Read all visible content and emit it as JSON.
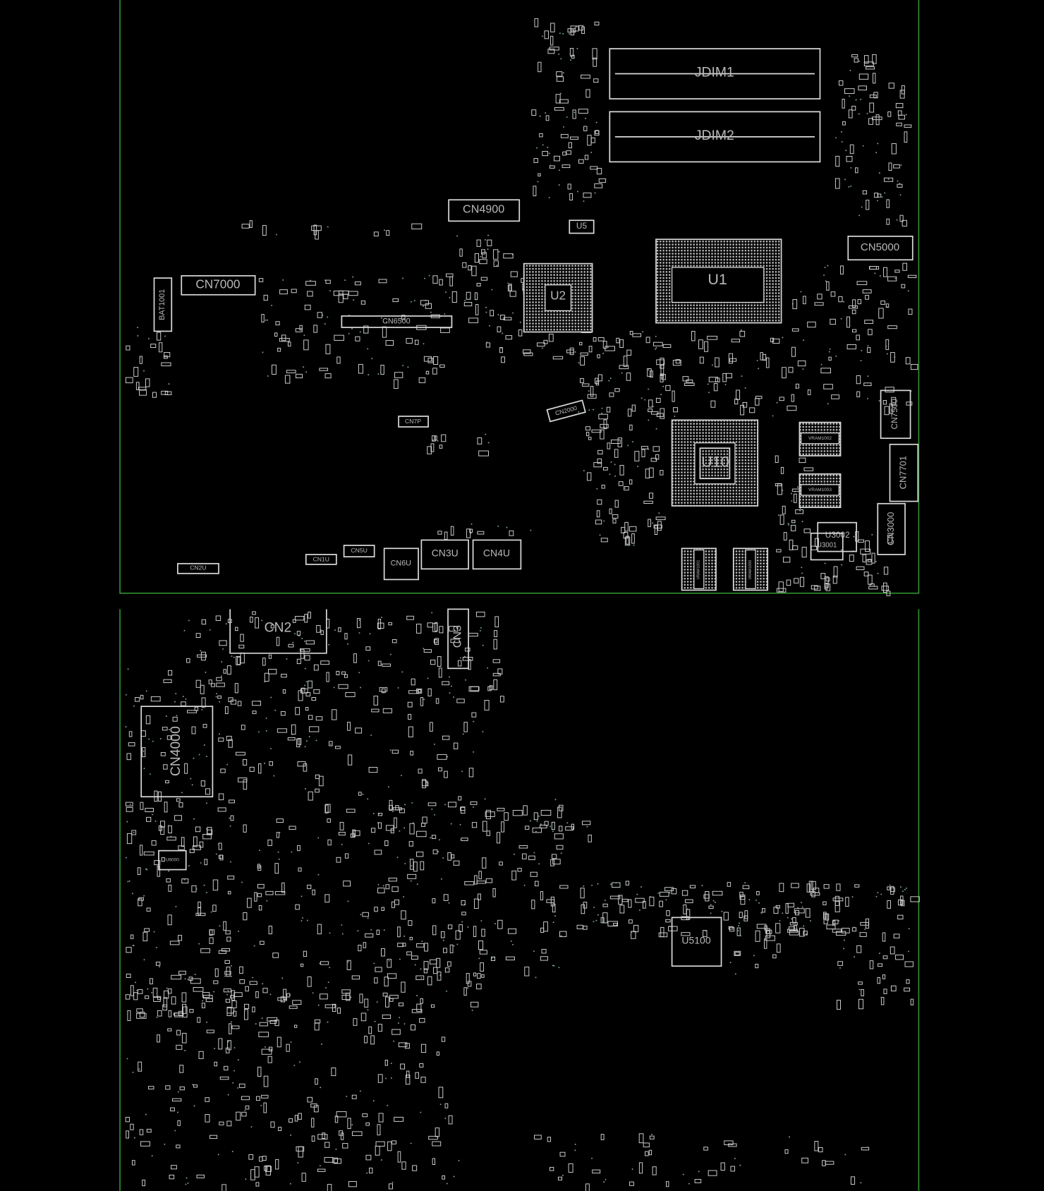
{
  "board": {
    "colors": {
      "background": "#000000",
      "outline": "#2f8a2f",
      "silkscreen": "#d8d8d8"
    },
    "top_side": {
      "components": {
        "jdim1": "JDIM1",
        "jdim2": "JDIM2",
        "cn4900": "CN4900",
        "u5": "U5",
        "cn5000": "CN5000",
        "u1": "U1",
        "u2": "U2",
        "cn7000": "CN7000",
        "bat1001": "BAT1001",
        "cn6500": "CN6500",
        "cn7p": "CN7P",
        "cn2000": "CN2000",
        "u10": "U10",
        "vram1002": "VRAM1002",
        "vram1003": "VRAM1003",
        "cn7500": "CN7500",
        "cn7701": "CN7701",
        "cn3000": "CN3000",
        "u3002": "U3002",
        "u3001": "U3001",
        "vram1001": "VRAM1001",
        "vram1000": "VRAM1000",
        "cn3u": "CN3U",
        "cn4u": "CN4U",
        "cn6u": "CN6U",
        "cn5u": "CN5U",
        "cn1u": "CN1U",
        "cn2u": "CN2U"
      }
    },
    "bottom_side": {
      "components": {
        "cn2": "CN2",
        "cn3": "CN3",
        "cn4000": "CN4000",
        "u5100": "U5100",
        "u6000": "U6000"
      }
    }
  }
}
